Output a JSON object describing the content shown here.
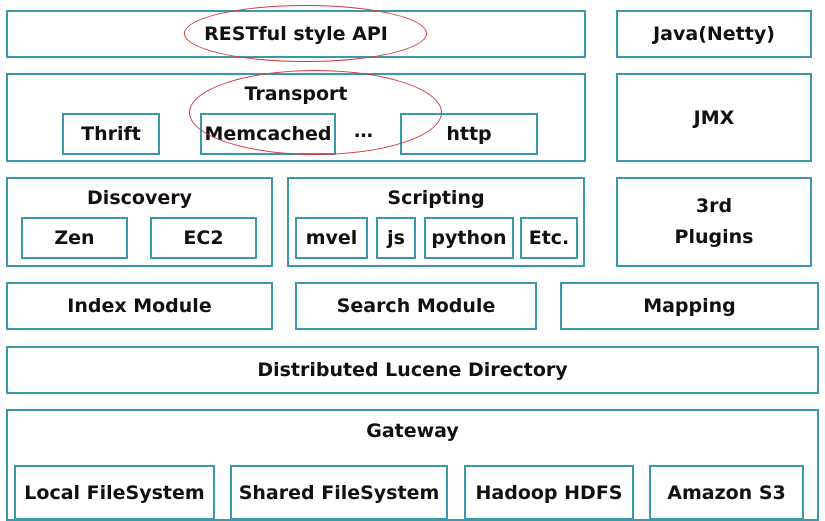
{
  "api": {
    "label": "RESTful style API"
  },
  "java": {
    "label": "Java(Netty)"
  },
  "transport": {
    "label": "Transport",
    "items": [
      "Thrift",
      "Memcached",
      "http"
    ],
    "ellipsis": "…"
  },
  "jmx": {
    "label": "JMX"
  },
  "discovery": {
    "label": "Discovery",
    "items": [
      "Zen",
      "EC2"
    ]
  },
  "scripting": {
    "label": "Scripting",
    "items": [
      "mvel",
      "js",
      "python",
      "Etc."
    ]
  },
  "plugins": {
    "line1": "3rd",
    "line2": "Plugins"
  },
  "modules": {
    "index": "Index Module",
    "search": "Search Module",
    "mapping": "Mapping"
  },
  "lucene": {
    "label": "Distributed Lucene Directory"
  },
  "gateway": {
    "label": "Gateway",
    "items": [
      "Local FileSystem",
      "Shared FileSystem",
      "Hadoop HDFS",
      "Amazon S3"
    ]
  },
  "colors": {
    "border": "#3a9aac",
    "highlight": "#d43a3a"
  }
}
